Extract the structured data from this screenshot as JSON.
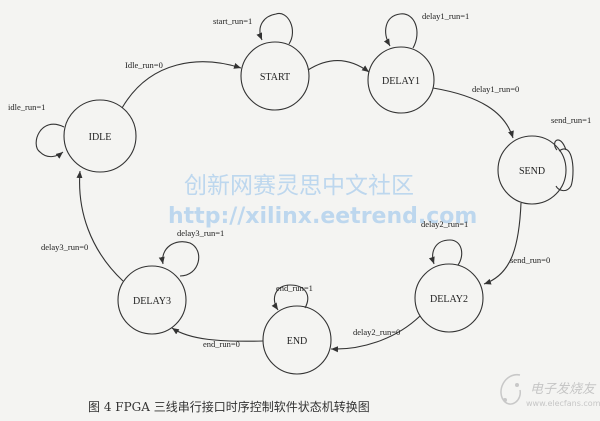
{
  "diagram": {
    "type": "state-machine",
    "states": [
      {
        "id": "IDLE",
        "label": "IDLE"
      },
      {
        "id": "START",
        "label": "START"
      },
      {
        "id": "DELAY1",
        "label": "DELAY1"
      },
      {
        "id": "SEND",
        "label": "SEND"
      },
      {
        "id": "DELAY2",
        "label": "DELAY2"
      },
      {
        "id": "END",
        "label": "END"
      },
      {
        "id": "DELAY3",
        "label": "DELAY3"
      }
    ],
    "transitions": [
      {
        "from": "IDLE",
        "to": "IDLE",
        "label": "idle_run=1"
      },
      {
        "from": "IDLE",
        "to": "START",
        "label": "Idle_run=0"
      },
      {
        "from": "START",
        "to": "START",
        "label": "start_run=1"
      },
      {
        "from": "START",
        "to": "DELAY1",
        "label": ""
      },
      {
        "from": "DELAY1",
        "to": "DELAY1",
        "label": "delay1_run=1"
      },
      {
        "from": "DELAY1",
        "to": "SEND",
        "label": "delay1_run=0"
      },
      {
        "from": "SEND",
        "to": "SEND",
        "label": "send_run=1"
      },
      {
        "from": "SEND",
        "to": "DELAY2",
        "label": "send_run=0"
      },
      {
        "from": "DELAY2",
        "to": "DELAY2",
        "label": "delay2_run=1"
      },
      {
        "from": "DELAY2",
        "to": "END",
        "label": "delay2_run=0"
      },
      {
        "from": "END",
        "to": "END",
        "label": "end_run=1"
      },
      {
        "from": "END",
        "to": "DELAY3",
        "label": "end_run=0"
      },
      {
        "from": "DELAY3",
        "to": "DELAY3",
        "label": "delay3_run=1"
      },
      {
        "from": "DELAY3",
        "to": "IDLE",
        "label": "delay3_run=0"
      }
    ]
  },
  "watermark": {
    "line1": "创新网赛灵思中文社区",
    "line2": "http://xilinx.eetrend.com"
  },
  "caption": "图 4 FPGA 三线串行接口时序控制软件状态机转换图",
  "logo": {
    "name": "电子发烧友",
    "url": "www.elecfans.com"
  }
}
